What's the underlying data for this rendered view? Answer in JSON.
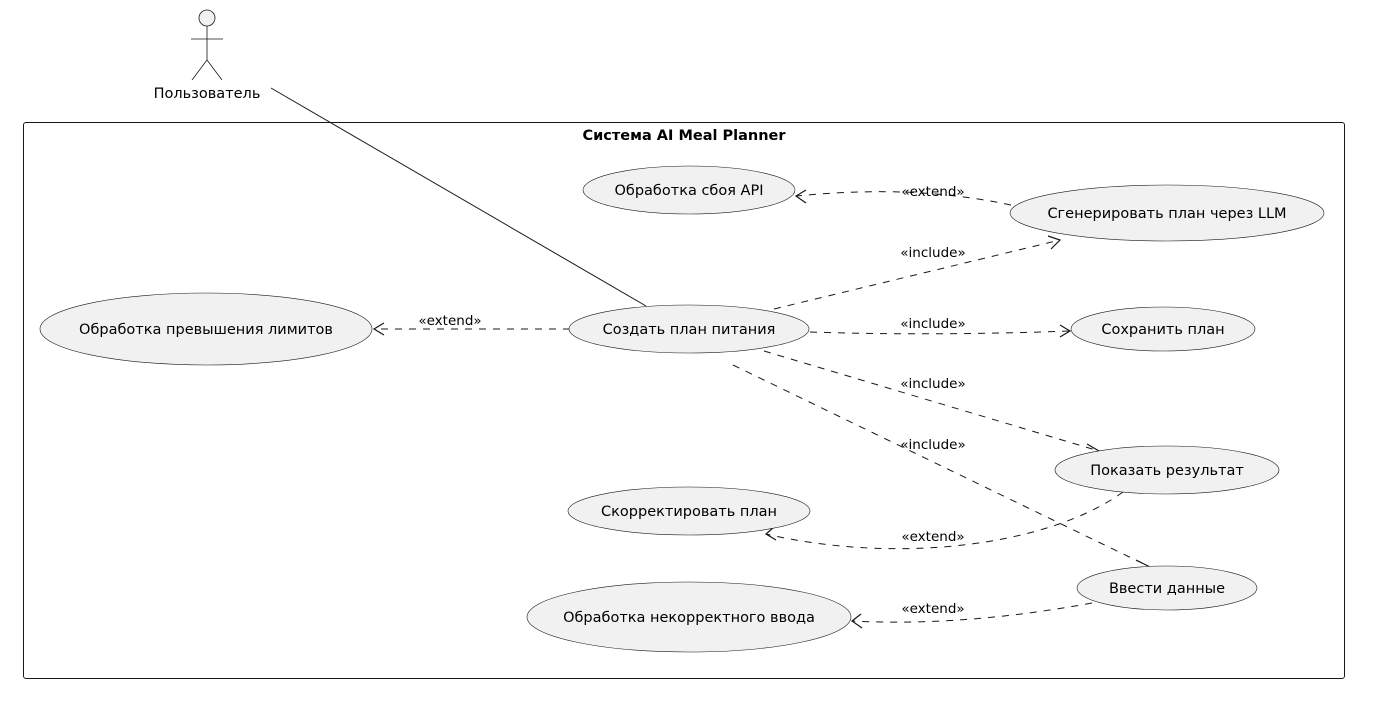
{
  "actor": {
    "name": "Пользователь"
  },
  "system": {
    "title": "Система AI Meal Planner"
  },
  "usecases": {
    "api_failure": "Обработка сбоя API",
    "generate_llm": "Сгенерировать план через LLM",
    "limits": "Обработка превышения лимитов",
    "create_plan": "Создать план питания",
    "save_plan": "Сохранить план",
    "show_result": "Показать результат",
    "adjust_plan": "Скорректировать план",
    "enter_data": "Ввести данные",
    "invalid_input": "Обработка некорректного ввода"
  },
  "relations": {
    "extend_api": "«extend»",
    "include_generate": "«include»",
    "extend_limits": "«extend»",
    "include_save": "«include»",
    "include_show": "«include»",
    "include_enter": "«include»",
    "extend_adjust": "«extend»",
    "extend_invalid": "«extend»"
  },
  "colors": {
    "usecase_fill": "#f1f1f1",
    "line": "#181818",
    "background": "#ffffff"
  }
}
